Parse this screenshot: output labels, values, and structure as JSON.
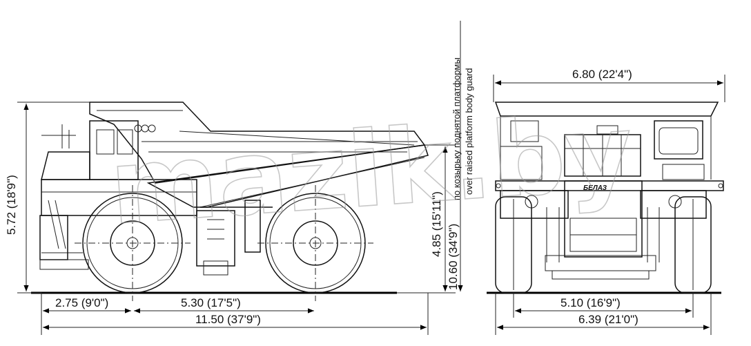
{
  "side_view": {
    "overall_height": "5.72 (18'9\")",
    "front_axle_offset": "2.75 (9'0\")",
    "wheelbase": "5.30 (17'5\")",
    "overall_length": "11.50 (37'9\")",
    "body_guard_height": "4.85 (15'11\")",
    "raised_height": "10.60 (34'9\")",
    "note_ru": "по козырьку поднятой платформы",
    "note_en": "over raised platform body guard"
  },
  "front_view": {
    "overall_width": "6.80 (22'4\")",
    "track_width": "5.10 (16'9\")",
    "tire_width": "6.39 (21'0\")",
    "brand_plate": "БЕЛАЗ"
  },
  "watermark": "mazik.by"
}
